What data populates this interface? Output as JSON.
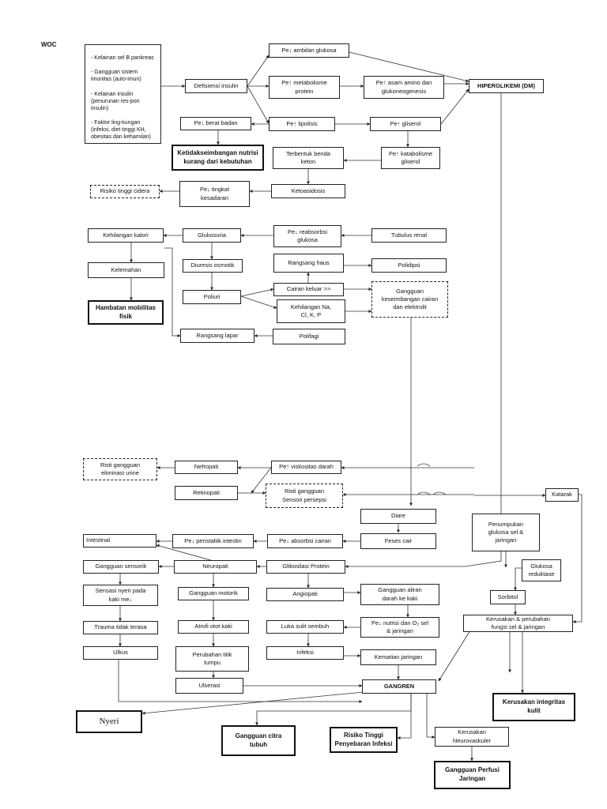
{
  "woc_label": "WOC",
  "causes": [
    "Kelainan sel B pankreas",
    "Gangguan sistem imunitas (auto-imun)",
    "Kelainan insulin (penurunan res-pon insulin)",
    "Faktor ling-kungan (infeksi, diet tinggi KH, obesitas dan kehamilan)"
  ],
  "nodes": {
    "defisiensi": "Defisiensi insulin",
    "ambilan": "Pe↓ ambilan glukosa",
    "metabolisme": "Pe↑ metabolisme\nprotein",
    "asam_amino": "Pe↑ asam amino dan\nglukoneogenesis",
    "hiperglikemi": "HIPERGLIKEMI (DM)",
    "lipolisis": "Pe↑ lipolisis",
    "gliserol": "Pe↑ gliserol",
    "bb": "Pe↓ berat badan",
    "ketidakseimbangan": "Ketidakseimbangan nutrisi\nkurang dari kebutuhan",
    "benda_keton": "Terbentuk benda\nketon",
    "katabolisme": "Pe↑ katabolisme\ngliserol",
    "risiko_cidera": "Risiko tinggi cidera",
    "kesadaran": "Pe↓ tingkat\nkesadaran",
    "ketoasidosis": "Ketoasidosis",
    "kehilangan_kalori": "Kehilangan kalori",
    "glukosuria": "Glukosuria",
    "reabsorbsi": "Pe↓ reabsorbsi\nglukosa",
    "tubulus": "Tubulus renal",
    "diuresis": "Diuresis osmotik",
    "rangsang_haus": "Rangsang haus",
    "polidipsi": "Polidipsi",
    "kelemahan": "Kelemahan",
    "poliuri": "Poliuri",
    "cairan_keluar": "Cairan keluar >>",
    "gangguan_cairan": "Gangguan\nkeseimbangan cairan\ndan elektrolit",
    "hambatan": "Hambatan mobilitas\nfisik",
    "kehilangan_na": "Kehilangan Na,\nCl, K, P",
    "rangsang_lapar": "Rangsang lapar",
    "polifagi": "Polifagi",
    "risti_eliminasi": "Risti gangguan\neliminasi urine",
    "nefropati": "Nefropati",
    "viskositas": "Pe↑ viskositas darah",
    "retinopati": "Retinopati",
    "risti_sensori": "Risti gangguan\nSensori persepsi",
    "katarak": "Katarak",
    "diare": "Diare",
    "penumpukan": "Penumpukan\nglukosa sel &\njaringan",
    "intestinal": "Intestinal",
    "peristaltik": "Pe↓ peristaltik intestin",
    "absorbsi": "Pe↓ absorbsi cairan",
    "feses": "Feses cair",
    "gangguan_sensorik": "Gangguan sensorik",
    "neuropati": "Neuropati",
    "glikosilasi": "Glikosilasi Protein",
    "glukosa_reduktase": "Glukosa\nreduktase",
    "sensasi": "Sensasi nyeri pada\nkaki me↓",
    "gangguan_motorik": "Gangguan motorik",
    "angiopati": "Angiopati",
    "aliran_darah": "Gangguan aliran\ndarah ke kaki",
    "sorbitol": "Sorbitol",
    "trauma": "Trauma tidak terasa",
    "atrofi": "Atrofi otot kaki",
    "luka": "Luka sulit sembuh",
    "nutrisi_o2": "Pe↓ nutrisi dan O₂ sel\n& jaringan",
    "kerusakan_fungsi": "Kerusakan & perubahan\nfungsi sel & jaringan",
    "ulkus": "Ulkus",
    "tumpu": "Perubahan titik\ntumpu",
    "infeksi": "Infeksi",
    "kematian": "Kematian jaringan",
    "ulserasi": "Ulserasi",
    "gangren": "GANGREN",
    "kerusakan_kulit": "Kerusakan integritas\nkulit",
    "nyeri": "Nyeri",
    "citra": "Gangguan citra\ntubuh",
    "risiko_infeksi": "Risiko Tinggi\nPenyebaran Infeksi",
    "neurovaskuler": "Kerusakan\nNeurovaskuler",
    "perfusi": "Gangguan Perfusi\nJaringan"
  }
}
